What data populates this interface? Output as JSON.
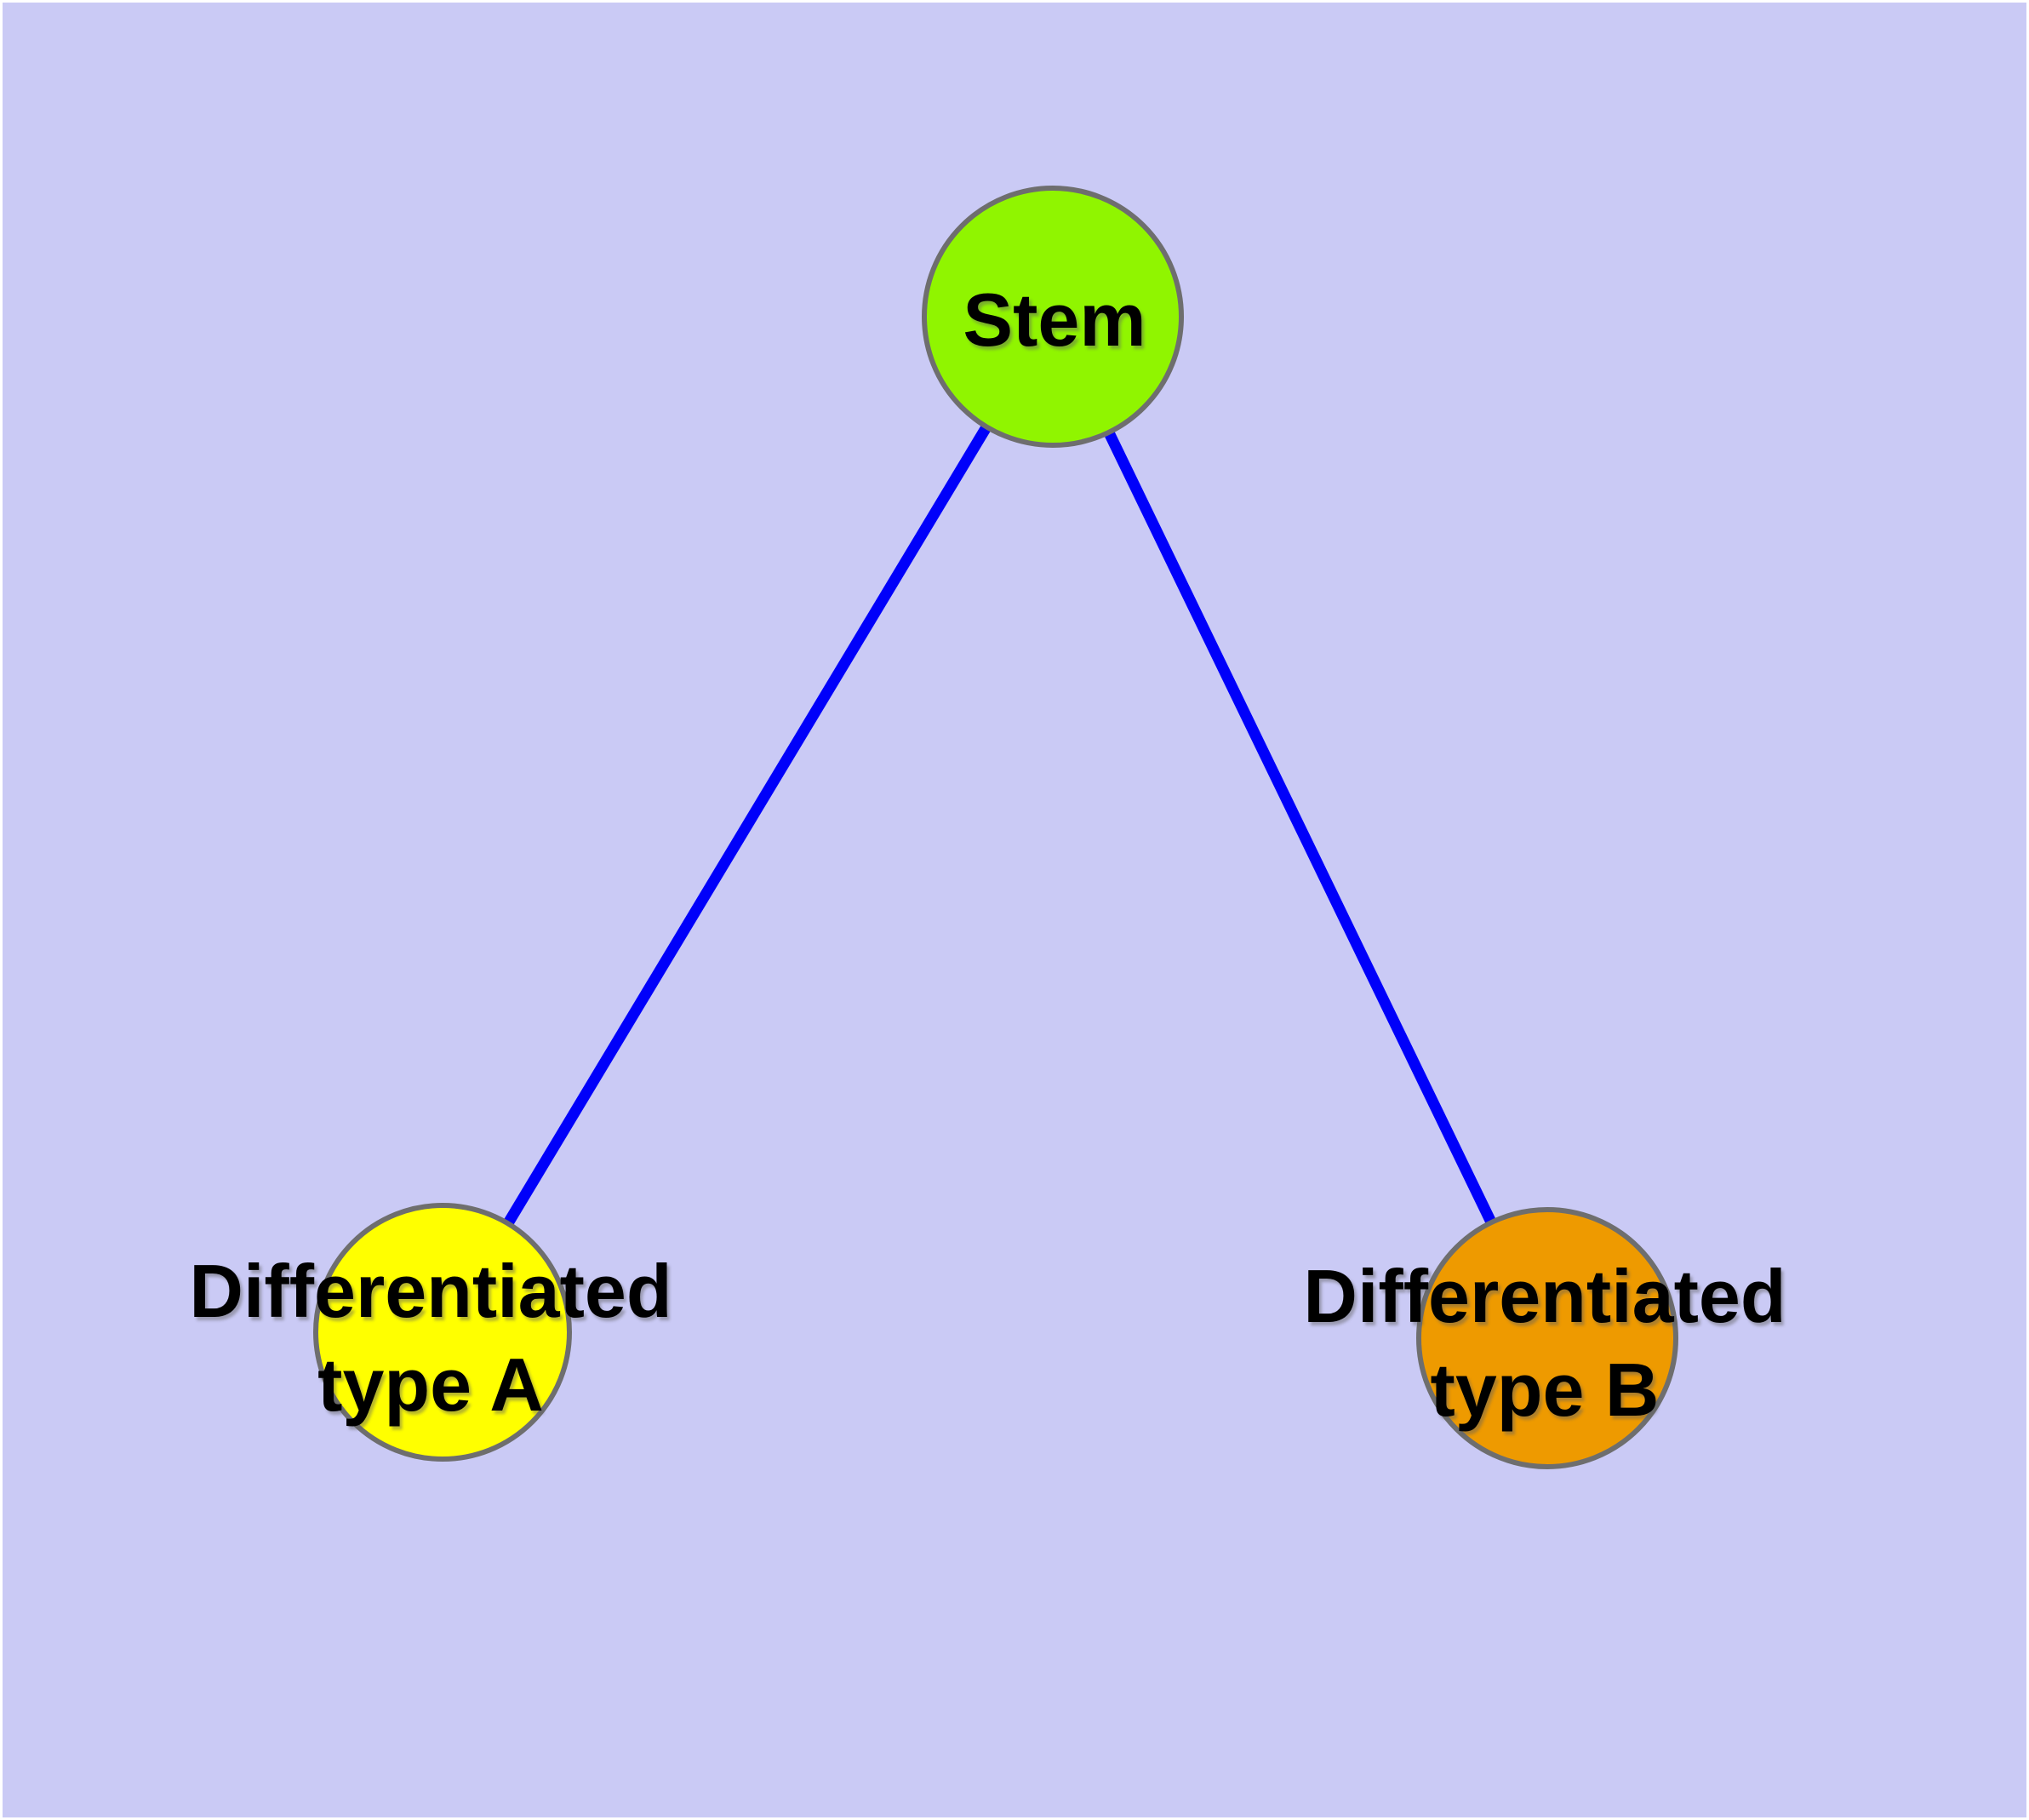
{
  "diagram": {
    "background_color": "#CACAF5",
    "frame_color": "#FFFFFF",
    "edge_color": "#0000FA",
    "node_border_color": "#6E6E6E",
    "label_color": "#000000",
    "nodes": {
      "stem": {
        "label": "Stem",
        "fill": "#90F500"
      },
      "type_a": {
        "line1": "Differentiated",
        "line2": "type A",
        "fill": "#FFFF00"
      },
      "type_b": {
        "line1": "Differentiated",
        "line2": "type B",
        "fill": "#EE9A00"
      }
    },
    "edges": [
      {
        "from": "Stem",
        "to": "Differentiated type A"
      },
      {
        "from": "Stem",
        "to": "Differentiated type B"
      }
    ]
  }
}
